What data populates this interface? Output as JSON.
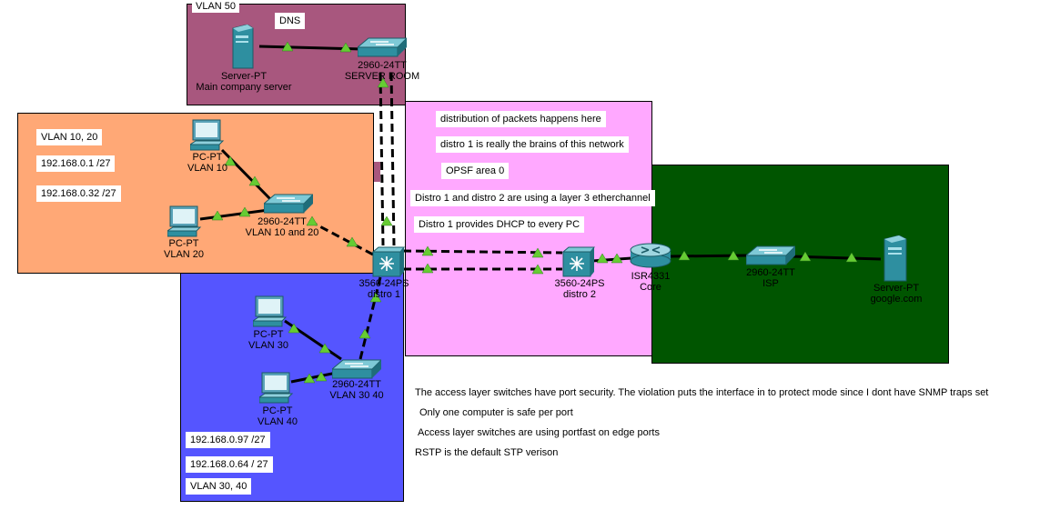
{
  "colors": {
    "vlan50_area": "#a8577e",
    "vlan10_20_area": "#ffa876",
    "vlan30_40_area": "#5555ff",
    "distro_area": "#ffa8ff",
    "isp_area": "#005500",
    "link_up": "#66cc33"
  },
  "areas": {
    "vlan50": {
      "label": "VLAN 50"
    }
  },
  "notes": {
    "dns": "DNS",
    "vlan10_20": "VLAN 10, 20",
    "subnet_a": "192.168.0.1 /27",
    "subnet_b": "192.168.0.32 /27",
    "distro_1": "distribution of packets happens here",
    "distro_2": "distro 1 is really the brains of this network",
    "distro_3": "OPSF area 0",
    "distro_4": "Distro 1 and distro 2 are using a layer 3 etherchannel",
    "distro_5": "Distro 1 provides DHCP to every PC",
    "subnet_c": "192.168.0.97 /27",
    "subnet_d": "192.168.0.64 / 27",
    "vlan30_40": "VLAN 30, 40",
    "access_1": "The access layer switches have port security. The violation puts the interface in to protect mode since I dont have SNMP traps set",
    "access_2": "Only one computer is safe per port",
    "access_3": "Access layer switches are using portfast on edge ports",
    "access_4": "RSTP is the default STP  verison"
  },
  "devices": {
    "main_server": {
      "model": "Server-PT",
      "name": "Main company server",
      "icon": "server-icon"
    },
    "server_room_switch": {
      "model": "2960-24TT",
      "name": "SERVER ROOM",
      "icon": "switch-icon"
    },
    "pc_vlan10": {
      "model": "PC-PT",
      "name": "VLAN 10",
      "icon": "pc-icon"
    },
    "pc_vlan20": {
      "model": "PC-PT",
      "name": "VLAN 20",
      "icon": "pc-icon"
    },
    "switch_vlan10_20": {
      "model": "2960-24TT",
      "name": "VLAN 10 and 20",
      "icon": "switch-icon"
    },
    "distro1": {
      "model": "3560-24PS",
      "name": "distro 1",
      "icon": "multilayer-switch-icon"
    },
    "distro2": {
      "model": "3560-24PS",
      "name": "distro 2",
      "icon": "multilayer-switch-icon"
    },
    "core_router": {
      "model": "ISR4331",
      "name": "Core",
      "icon": "router-icon"
    },
    "isp_switch": {
      "model": "2960-24TT",
      "name": "ISP",
      "icon": "switch-icon"
    },
    "google_server": {
      "model": "Server-PT",
      "name": "google.com",
      "icon": "server-icon"
    },
    "pc_vlan30": {
      "model": "PC-PT",
      "name": "VLAN 30",
      "icon": "pc-icon"
    },
    "pc_vlan40": {
      "model": "PC-PT",
      "name": "VLAN 40",
      "icon": "pc-icon"
    },
    "switch_vlan30_40": {
      "model": "2960-24TT",
      "name": "VLAN 30 40",
      "icon": "switch-icon"
    }
  }
}
